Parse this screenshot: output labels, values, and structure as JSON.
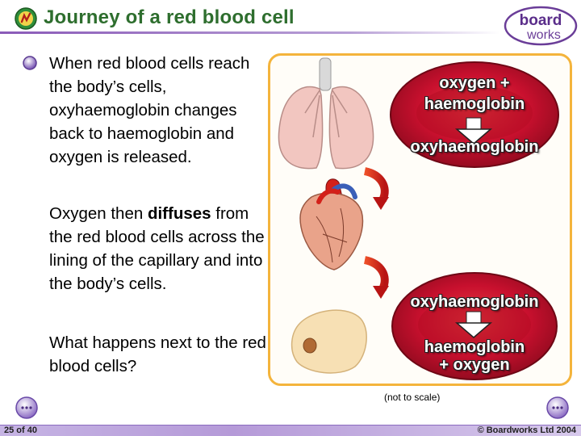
{
  "header": {
    "title": "Journey of a red blood cell",
    "logo_top": "board",
    "logo_bottom": "works"
  },
  "content": {
    "para1": "When red blood cells reach the body’s cells, oxyhaemoglobin changes back to haemoglobin and oxygen is released.",
    "para2_pre": "Oxygen then ",
    "para2_bold": "diffuses",
    "para2_post": " from the red blood cells across the lining of the capillary and into the body’s cells.",
    "para3": "What happens next to the red blood cells?"
  },
  "diagram": {
    "top_cell_line1": "oxygen +",
    "top_cell_line2": "haemoglobin",
    "top_cell_result": "oxyhaemoglobin",
    "bottom_cell_start": "oxyhaemoglobin",
    "bottom_cell_line1": "haemoglobin",
    "bottom_cell_line2": "+ oxygen",
    "scale_note": "(not to scale)"
  },
  "footer": {
    "page": "25 of 40",
    "copyright": "© Boardworks Ltd 2004"
  },
  "colors": {
    "title": "#2e6e2e",
    "panel_border": "#f4b43c",
    "cell_red": "#c8102e",
    "arrow_red": "#d3211a",
    "footer_purple": "#b59ad8"
  },
  "icons": [
    "title-emblem-icon",
    "boardworks-logo",
    "bullet-icon",
    "lungs-icon",
    "heart-icon",
    "body-cell-icon",
    "curved-arrow-icon",
    "down-arrow-icon",
    "prev-slide-icon",
    "next-slide-icon"
  ]
}
